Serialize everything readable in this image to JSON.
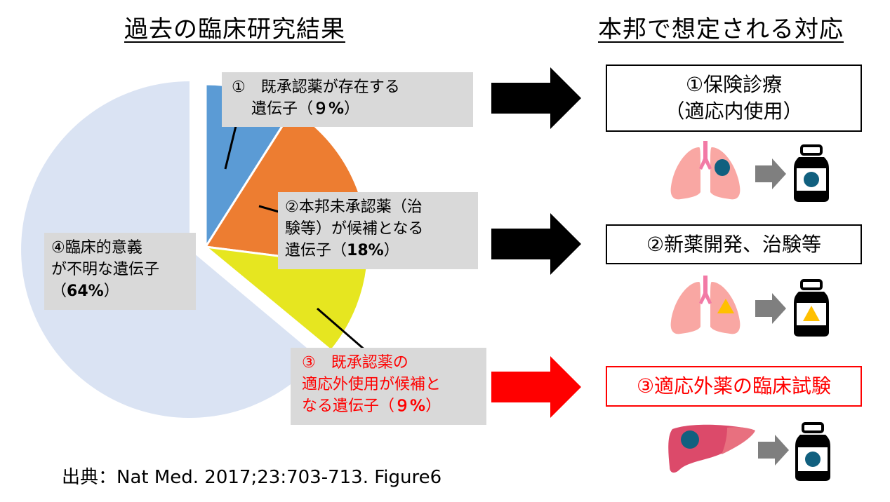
{
  "left_heading": "過去の臨床研究結果",
  "right_heading": "本邦で想定される対応",
  "labels": {
    "slice1": {
      "line1": "①　既承認薬が存在する",
      "line2_prefix": "遺伝子（",
      "pct": "９%",
      "line2_suffix": "）"
    },
    "slice2": {
      "line1": "②本邦未承認薬（治",
      "line2": "験等）が候補となる",
      "line3_prefix": "遺伝子（",
      "pct": "18%",
      "line3_suffix": "）"
    },
    "slice3": {
      "line1": "③　既承認薬の",
      "line2": "適応外使用が候補と",
      "line3_prefix": "なる遺伝子（",
      "pct": "９%",
      "line3_suffix": "）"
    },
    "slice4": {
      "line1": "④臨床的意義",
      "line2": "が不明な遺伝子",
      "line3_prefix": "（",
      "pct": "64%",
      "line3_suffix": "）"
    }
  },
  "outcomes": [
    {
      "line1": "①保険診療",
      "line2": "（適応内使用）"
    },
    {
      "line1": "②新薬開発、治験等"
    },
    {
      "line1": "③適応外薬の臨床試験"
    }
  ],
  "citation": "出典：Nat Med. 2017;23:703-713. Figure6",
  "colors": {
    "slice1": "#5b9bd5",
    "slice2": "#ed7d31",
    "slice3": "#e6e620",
    "slice4": "#dae3f3",
    "arrow_black": "#000000",
    "arrow_red": "#ff0000",
    "arrow_gray": "#7f7f7f",
    "lung": "#f9a7a3",
    "trachea": "#f27aa6",
    "liver_dark": "#dc4a6a",
    "liver_light": "#e8707f",
    "marker_circle": "#11607f",
    "marker_triangle": "#ffc000"
  },
  "chart_data": {
    "type": "pie",
    "title": "過去の臨床研究結果",
    "categories": [
      "①既承認薬が存在する遺伝子",
      "②本邦未承認薬（治験等）が候補となる遺伝子",
      "③既承認薬の適応外使用が候補となる遺伝子",
      "④臨床的意義が不明な遺伝子"
    ],
    "values": [
      9,
      18,
      9,
      64
    ],
    "unit": "%",
    "exploded": [
      true,
      true,
      true,
      false
    ]
  }
}
